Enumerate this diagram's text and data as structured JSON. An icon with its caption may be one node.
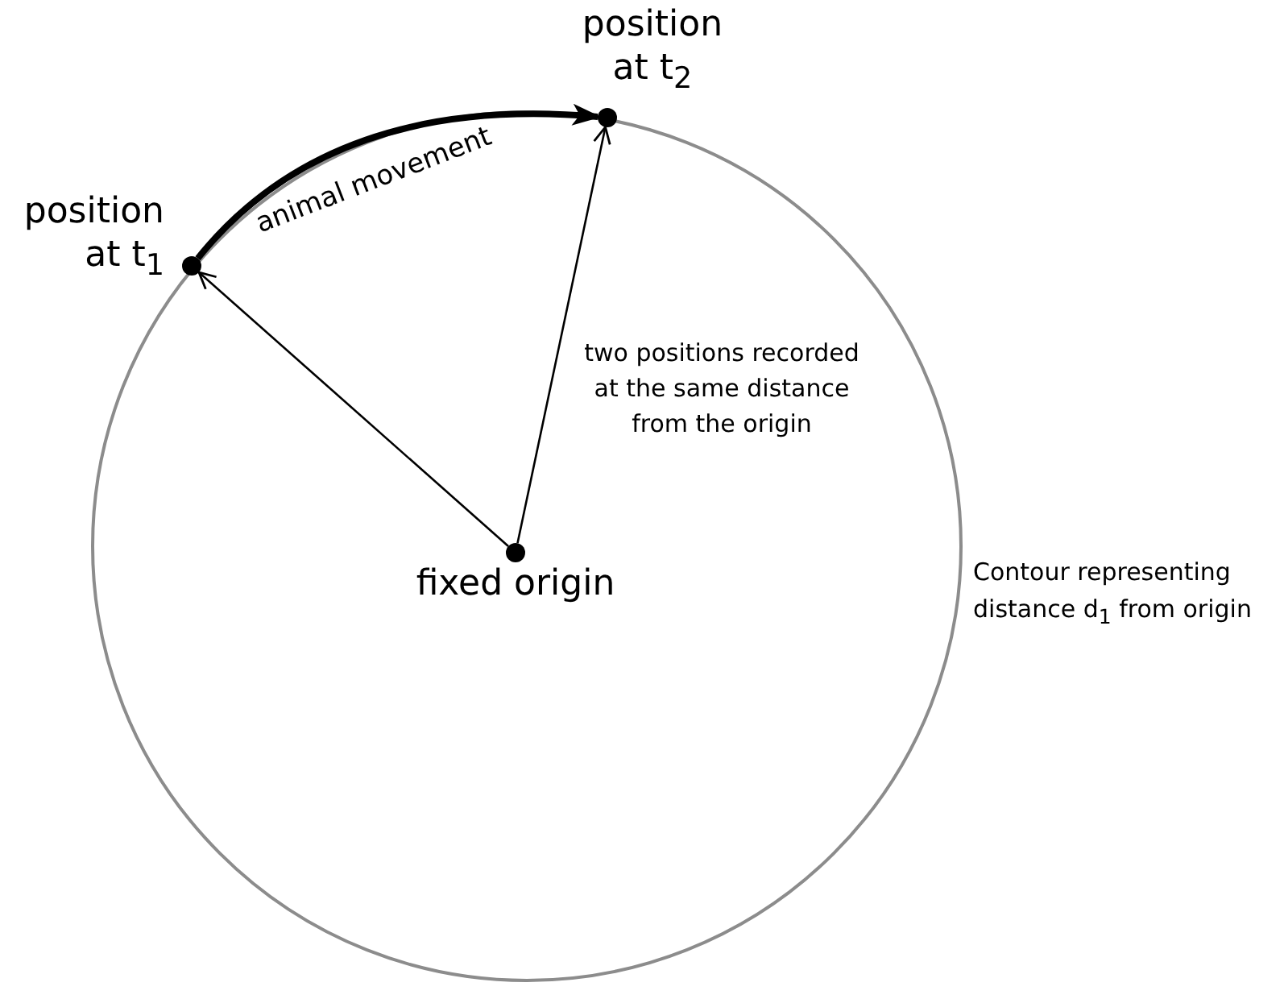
{
  "diagram": {
    "nodes": [
      {
        "text": [],
        "shape": "circle",
        "beside": [
          "Contour representing distance d$_{1}$ from origin"
        ]
      },
      {
        "text": [
          "position at t$_{1}$"
        ]
      },
      {
        "text": [
          "position at t$_{2}$"
        ]
      },
      {
        "text": [
          "fixed origin"
        ],
        "in": 0
      }
    ],
    "edges": [
      {
        "from": 3,
        "to": 1,
        "arrow": "to"
      },
      {
        "from": 3,
        "to": 2,
        "arrow": "to"
      },
      {
        "from": 1,
        "to": 2,
        "arrow": "to",
        "label": "animal movement",
        "style": "thick"
      }
    ],
    "labels": [
      "two positions recorded at the same distance from the origin"
    ]
  }
}
